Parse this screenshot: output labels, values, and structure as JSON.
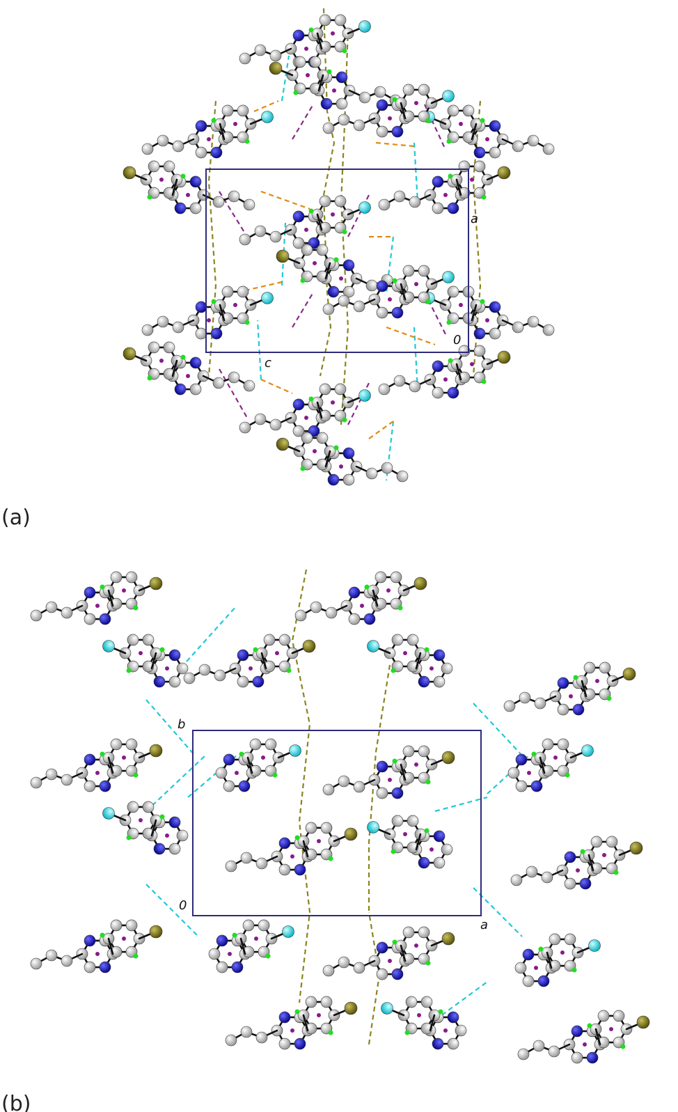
{
  "panels": [
    {
      "id": "a",
      "label": "(a)",
      "axis_labels": [
        "a",
        "0",
        "c"
      ]
    },
    {
      "id": "b",
      "label": "(b)",
      "axis_labels": [
        "b",
        "0",
        "a"
      ]
    }
  ],
  "colors": {
    "carbon": "#c8c8c8",
    "nitrogen": "#1010c8",
    "fluorine": "#33e0ee",
    "bromine": "#807a10",
    "hydrogen": "#22dd22",
    "centroid": "#8a1a8a",
    "bond": "#111111",
    "unit_cell": "#2d2a7a",
    "contact_olive": "#8a8420",
    "contact_cyan": "#20c8d8",
    "contact_orange": "#e08a10",
    "contact_purple": "#8a2a8a"
  }
}
